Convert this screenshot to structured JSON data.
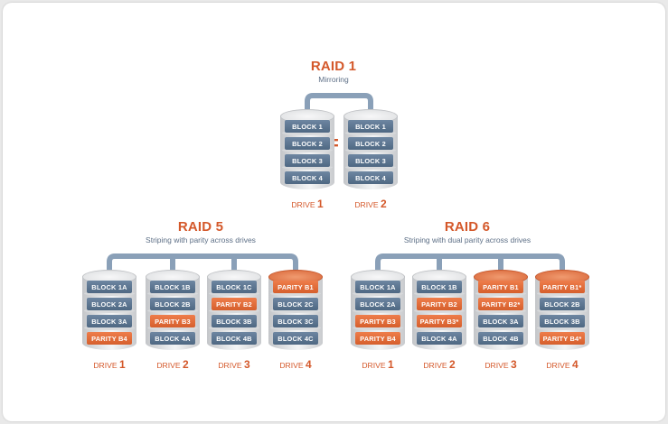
{
  "groups": [
    {
      "title": "RAID 1",
      "subtitle": "Mirroring",
      "separator": "=",
      "drives": [
        {
          "label": "DRIVE",
          "number": "1",
          "top": "grey",
          "blocks": [
            {
              "text": "BLOCK 1",
              "kind": "data"
            },
            {
              "text": "BLOCK 2",
              "kind": "data"
            },
            {
              "text": "BLOCK 3",
              "kind": "data"
            },
            {
              "text": "BLOCK 4",
              "kind": "data"
            }
          ]
        },
        {
          "label": "DRIVE",
          "number": "2",
          "top": "grey",
          "blocks": [
            {
              "text": "BLOCK 1",
              "kind": "data"
            },
            {
              "text": "BLOCK 2",
              "kind": "data"
            },
            {
              "text": "BLOCK 3",
              "kind": "data"
            },
            {
              "text": "BLOCK 4",
              "kind": "data"
            }
          ]
        }
      ]
    },
    {
      "title": "RAID 5",
      "subtitle": "Striping with parity across drives",
      "drives": [
        {
          "label": "DRIVE",
          "number": "1",
          "top": "grey",
          "blocks": [
            {
              "text": "BLOCK 1A",
              "kind": "data"
            },
            {
              "text": "BLOCK 2A",
              "kind": "data"
            },
            {
              "text": "BLOCK 3A",
              "kind": "data"
            },
            {
              "text": "PARITY B4",
              "kind": "parity"
            }
          ]
        },
        {
          "label": "DRIVE",
          "number": "2",
          "top": "grey",
          "blocks": [
            {
              "text": "BLOCK 1B",
              "kind": "data"
            },
            {
              "text": "BLOCK 2B",
              "kind": "data"
            },
            {
              "text": "PARITY B3",
              "kind": "parity"
            },
            {
              "text": "BLOCK 4A",
              "kind": "data"
            }
          ]
        },
        {
          "label": "DRIVE",
          "number": "3",
          "top": "grey",
          "blocks": [
            {
              "text": "BLOCK 1C",
              "kind": "data"
            },
            {
              "text": "PARITY B2",
              "kind": "parity"
            },
            {
              "text": "BLOCK 3B",
              "kind": "data"
            },
            {
              "text": "BLOCK 4B",
              "kind": "data"
            }
          ]
        },
        {
          "label": "DRIVE",
          "number": "4",
          "top": "orange",
          "blocks": [
            {
              "text": "PARITY B1",
              "kind": "parity"
            },
            {
              "text": "BLOCK 2C",
              "kind": "data"
            },
            {
              "text": "BLOCK 3C",
              "kind": "data"
            },
            {
              "text": "BLOCK 4C",
              "kind": "data"
            }
          ]
        }
      ]
    },
    {
      "title": "RAID 6",
      "subtitle": "Striping with dual parity across drives",
      "drives": [
        {
          "label": "DRIVE",
          "number": "1",
          "top": "grey",
          "blocks": [
            {
              "text": "BLOCK 1A",
              "kind": "data"
            },
            {
              "text": "BLOCK 2A",
              "kind": "data"
            },
            {
              "text": "PARITY B3",
              "kind": "parity"
            },
            {
              "text": "PARITY B4",
              "kind": "parity"
            }
          ]
        },
        {
          "label": "DRIVE",
          "number": "2",
          "top": "grey",
          "blocks": [
            {
              "text": "BLOCK 1B",
              "kind": "data"
            },
            {
              "text": "PARITY B2",
              "kind": "parity"
            },
            {
              "text": "PARITY B3*",
              "kind": "parity"
            },
            {
              "text": "BLOCK 4A",
              "kind": "data"
            }
          ]
        },
        {
          "label": "DRIVE",
          "number": "3",
          "top": "orange",
          "blocks": [
            {
              "text": "PARITY B1",
              "kind": "parity"
            },
            {
              "text": "PARITY B2*",
              "kind": "parity"
            },
            {
              "text": "BLOCK 3A",
              "kind": "data"
            },
            {
              "text": "BLOCK 4B",
              "kind": "data"
            }
          ]
        },
        {
          "label": "DRIVE",
          "number": "4",
          "top": "orange",
          "blocks": [
            {
              "text": "PARITY B1*",
              "kind": "parity"
            },
            {
              "text": "BLOCK 2B",
              "kind": "data"
            },
            {
              "text": "BLOCK 3B",
              "kind": "data"
            },
            {
              "text": "PARITY B4*",
              "kind": "parity"
            }
          ]
        }
      ]
    }
  ],
  "colors": {
    "accent": "#d4582a",
    "data_block": "#5a7390",
    "parity_block": "#e4703e",
    "connector": "#8aa0b8",
    "subtitle": "#5d6f86"
  }
}
